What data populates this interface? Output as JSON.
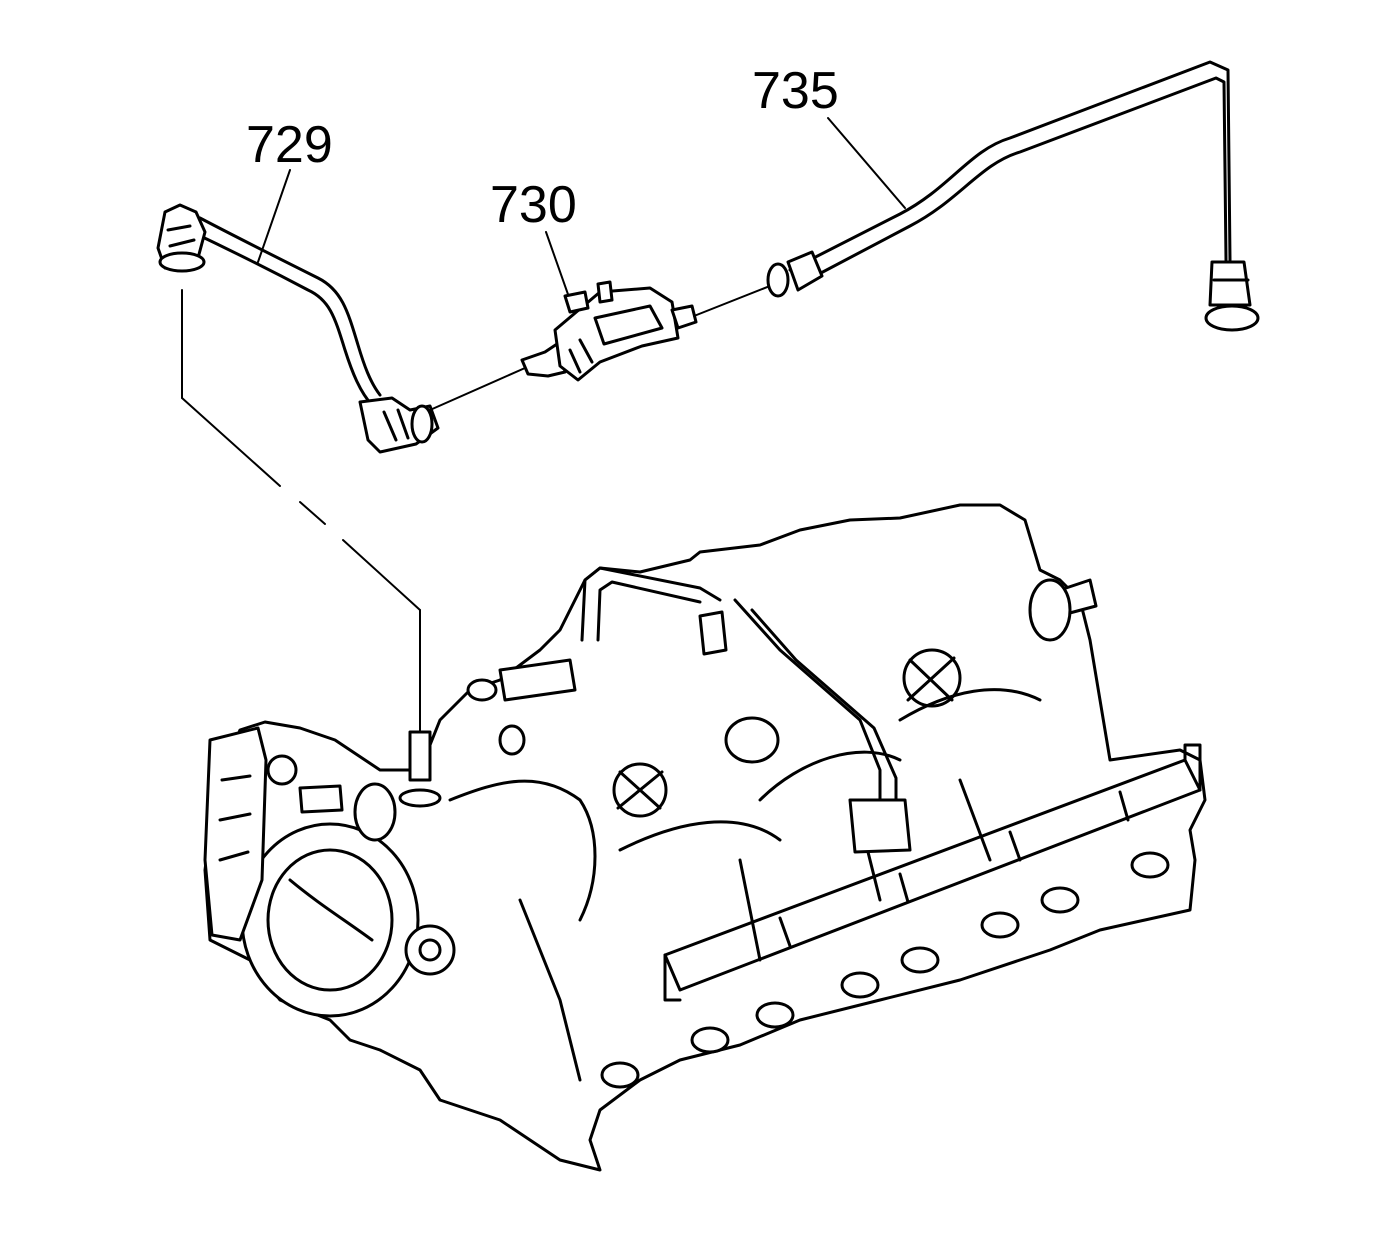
{
  "callouts": {
    "hose_729": "729",
    "valve_730": "730",
    "pipe_735": "735"
  },
  "colors": {
    "line": "#000000",
    "background": "#ffffff"
  }
}
